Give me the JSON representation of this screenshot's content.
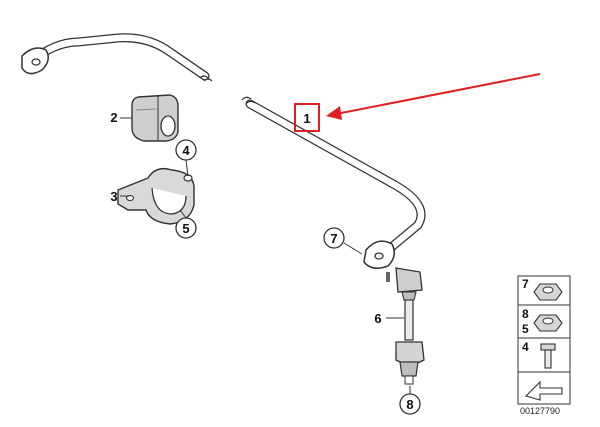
{
  "callouts": {
    "c1": "1",
    "c2": "2",
    "c3": "3",
    "c4": "4",
    "c5": "5",
    "c6": "6",
    "c7": "7",
    "c8": "8"
  },
  "legend": {
    "items": [
      {
        "label": "7",
        "icon": "flange-nut-icon"
      },
      {
        "label": "8",
        "icon": "flange-nut-icon"
      },
      {
        "label": "5",
        "icon": "flange-nut-icon"
      },
      {
        "label": "4",
        "icon": "bolt-icon"
      }
    ],
    "arrow_icon": "direction-arrow-icon"
  },
  "reference_number": "00127790",
  "colors": {
    "highlight": "#e02020",
    "line": "#333333",
    "part_fill": "#f2f2f2",
    "part_shade": "#bdbdbd"
  }
}
